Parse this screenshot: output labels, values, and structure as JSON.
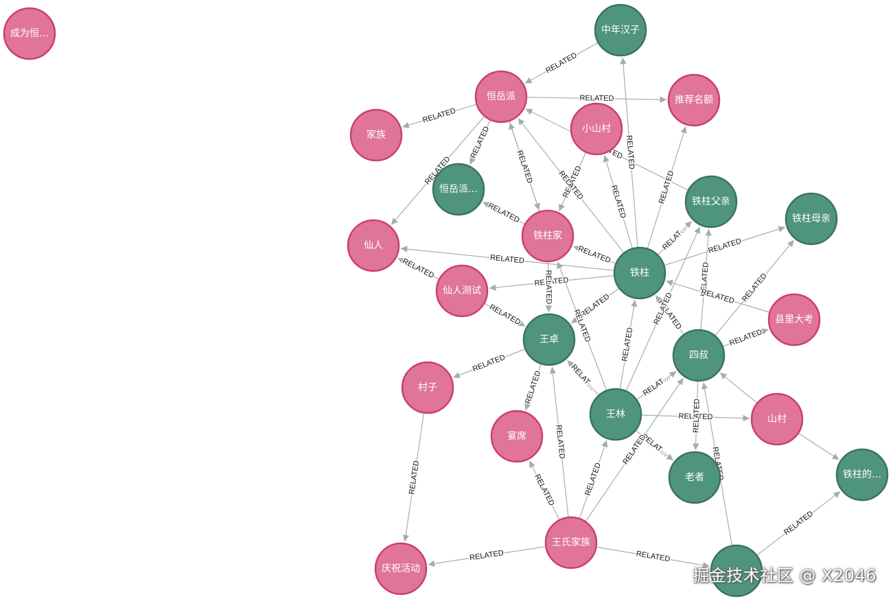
{
  "graph": {
    "colors": {
      "pink_fill": "#e07597",
      "pink_stroke": "#c9406e",
      "green_fill": "#4f957b",
      "green_stroke": "#3c7260",
      "edge": "#a5abb6"
    },
    "nodes": [
      {
        "id": "cwh",
        "label": "成为恒…",
        "type": "pink"
      },
      {
        "id": "znhz",
        "label": "中年汉子",
        "type": "green"
      },
      {
        "id": "hyp",
        "label": "恒岳派",
        "type": "pink"
      },
      {
        "id": "tjme",
        "label": "推荐名额",
        "type": "pink"
      },
      {
        "id": "jz",
        "label": "家族",
        "type": "pink"
      },
      {
        "id": "xsc",
        "label": "小山村",
        "type": "pink"
      },
      {
        "id": "hypx",
        "label": "恒岳派…",
        "type": "green"
      },
      {
        "id": "tzfq",
        "label": "铁柱父亲",
        "type": "green"
      },
      {
        "id": "tzmq",
        "label": "铁柱母亲",
        "type": "green"
      },
      {
        "id": "tzj",
        "label": "铁柱家",
        "type": "pink"
      },
      {
        "id": "xr",
        "label": "仙人",
        "type": "pink"
      },
      {
        "id": "tz",
        "label": "铁柱",
        "type": "green"
      },
      {
        "id": "xrcs",
        "label": "仙人测试",
        "type": "pink"
      },
      {
        "id": "xldk",
        "label": "县里大考",
        "type": "pink"
      },
      {
        "id": "wz",
        "label": "王卓",
        "type": "green"
      },
      {
        "id": "ss",
        "label": "四叔",
        "type": "green"
      },
      {
        "id": "cz",
        "label": "村子",
        "type": "pink"
      },
      {
        "id": "wl",
        "label": "王林",
        "type": "green"
      },
      {
        "id": "sc",
        "label": "山村",
        "type": "pink"
      },
      {
        "id": "yx",
        "label": "宴席",
        "type": "pink"
      },
      {
        "id": "lz",
        "label": "老者",
        "type": "green"
      },
      {
        "id": "tzd",
        "label": "铁柱的…",
        "type": "green"
      },
      {
        "id": "wsjz",
        "label": "王氏家族",
        "type": "pink"
      },
      {
        "id": "qzhd",
        "label": "庆祝活动",
        "type": "pink"
      },
      {
        "id": "bottom",
        "label": "",
        "type": "green"
      }
    ],
    "edges": [
      {
        "from": "znhz",
        "to": "hyp",
        "label": "RELATED"
      },
      {
        "from": "hyp",
        "to": "tjme",
        "label": "RELATED"
      },
      {
        "from": "hyp",
        "to": "jz",
        "label": "RELATED"
      },
      {
        "from": "hyp",
        "to": "xr",
        "label": "RELATED"
      },
      {
        "from": "hyp",
        "to": "hypx",
        "label": "RELATED"
      },
      {
        "from": "hyp",
        "to": "tzj",
        "label": "RELATED"
      },
      {
        "from": "tzj",
        "to": "hyp",
        "label": "RELATED"
      },
      {
        "from": "xsc",
        "to": "tzj",
        "label": "RELATED"
      },
      {
        "from": "tz",
        "to": "znhz",
        "label": "RELATED"
      },
      {
        "from": "tz",
        "to": "hyp",
        "label": "RELATED"
      },
      {
        "from": "tz",
        "to": "xsc",
        "label": "RELATED"
      },
      {
        "from": "tz",
        "to": "tjme",
        "label": "RELATED"
      },
      {
        "from": "tz",
        "to": "tzfq",
        "label": "RELAT…"
      },
      {
        "from": "tz",
        "to": "tzmq",
        "label": "RELATED"
      },
      {
        "from": "tz",
        "to": "xr",
        "label": "RELATED"
      },
      {
        "from": "tz",
        "to": "xrcs",
        "label": "RELATED"
      },
      {
        "from": "tz",
        "to": "wz",
        "label": "RELATED"
      },
      {
        "from": "tz",
        "to": "tzj",
        "label": "RELATED"
      },
      {
        "from": "tzfq",
        "to": "hyp",
        "label": "RELATED"
      },
      {
        "from": "tzj",
        "to": "hypx",
        "label": "RELATED"
      },
      {
        "from": "tzj",
        "to": "wz",
        "label": "RELATED"
      },
      {
        "from": "xrcs",
        "to": "xr",
        "label": "RELATED"
      },
      {
        "from": "xrcs",
        "to": "wz",
        "label": "RELATED"
      },
      {
        "from": "ss",
        "to": "tz",
        "label": "RELATED"
      },
      {
        "from": "ss",
        "to": "tzfq",
        "label": "RELATED"
      },
      {
        "from": "ss",
        "to": "xldk",
        "label": "RELATED"
      },
      {
        "from": "ss",
        "to": "tzmq",
        "label": "RELATED"
      },
      {
        "from": "xldk",
        "to": "tz",
        "label": "RELATED"
      },
      {
        "from": "wz",
        "to": "cz",
        "label": "RELATED"
      },
      {
        "from": "wz",
        "to": "yx",
        "label": "RELATED"
      },
      {
        "from": "wl",
        "to": "wz",
        "label": "RELAT…"
      },
      {
        "from": "wl",
        "to": "tz",
        "label": "RELATED"
      },
      {
        "from": "wl",
        "to": "ss",
        "label": "RELAT…"
      },
      {
        "from": "wl",
        "to": "sc",
        "label": "RELATED"
      },
      {
        "from": "wl",
        "to": "lz",
        "label": "RELAT…"
      },
      {
        "from": "wl",
        "to": "tzj",
        "label": "RELATED"
      },
      {
        "from": "wl",
        "to": "tzfq",
        "label": "RELATED"
      },
      {
        "from": "sc",
        "to": "ss",
        "label": ""
      },
      {
        "from": "sc",
        "to": "tzd",
        "label": ""
      },
      {
        "from": "ss",
        "to": "lz",
        "label": "RELATED"
      },
      {
        "from": "cz",
        "to": "qzhd",
        "label": "RELATED"
      },
      {
        "from": "wsjz",
        "to": "qzhd",
        "label": "RELATED"
      },
      {
        "from": "wsjz",
        "to": "yx",
        "label": "RELATED"
      },
      {
        "from": "wsjz",
        "to": "wz",
        "label": "RELATED"
      },
      {
        "from": "wsjz",
        "to": "wl",
        "label": "RELATED"
      },
      {
        "from": "wsjz",
        "to": "ss",
        "label": "RELATED"
      },
      {
        "from": "wsjz",
        "to": "bottom",
        "label": "RELATED"
      },
      {
        "from": "bottom",
        "to": "ss",
        "label": "RELATED"
      },
      {
        "from": "bottom",
        "to": "tzd",
        "label": "RELATED"
      }
    ]
  },
  "watermark": {
    "text": "掘金技术社区 @ X2046"
  }
}
